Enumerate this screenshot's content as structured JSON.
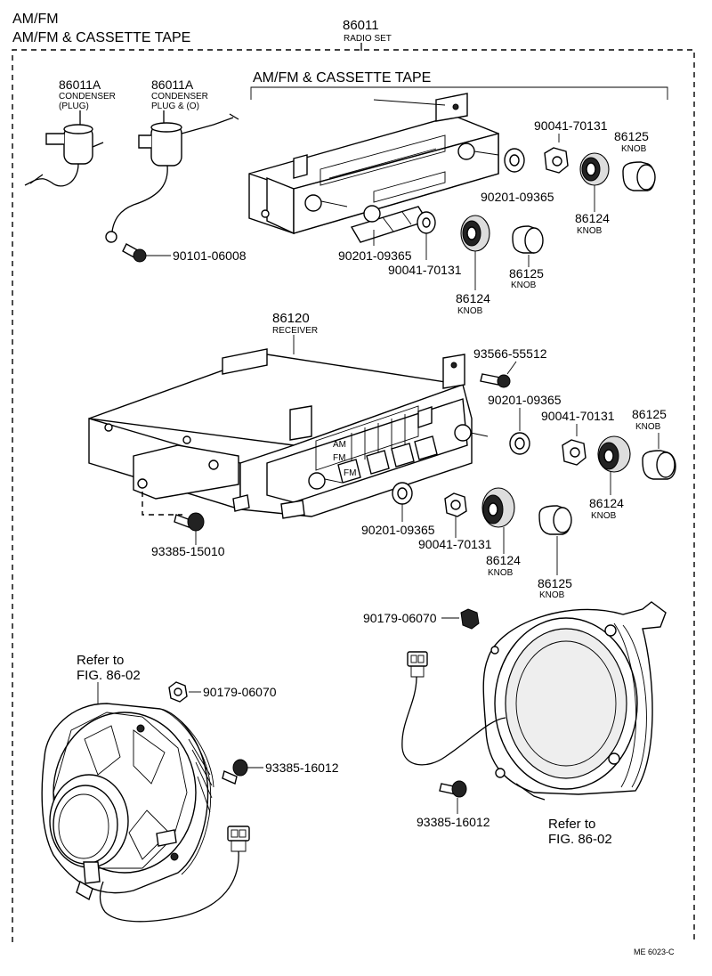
{
  "header": {
    "line1": "AM/FM",
    "line2": "AM/FM & CASSETTE TAPE",
    "set_number": "86011",
    "set_name": "RADIO SET"
  },
  "section": {
    "title": "AM/FM & CASSETTE TAPE"
  },
  "labels": {
    "condenser_plug_num": "86011A",
    "condenser_plug_name": "CONDENSER",
    "condenser_plug_sub": "(PLUG)",
    "condenser_o_num": "86011A",
    "condenser_o_name": "CONDENSER",
    "condenser_o_sub": "PLUG & (O)",
    "screw_top": "90101-06008",
    "nut_top_right": "90041-70131",
    "knob_cap_top_right_num": "86125",
    "knob_cap_top_right_name": "KNOB",
    "washer_top_right": "90201-09365",
    "knob_top_right_num": "86124",
    "knob_top_right_name": "KNOB",
    "washer_top_left": "90201-09365",
    "nut_top_left": "90041-70131",
    "knob_cap_top_left_num": "86125",
    "knob_cap_top_left_name": "KNOB",
    "knob_top_left_num": "86124",
    "knob_top_left_name": "KNOB",
    "receiver_num": "86120",
    "receiver_name": "RECEIVER",
    "screw_receiver": "93566-55512",
    "washer_mid_right": "90201-09365",
    "nut_mid_right": "90041-70131",
    "knob_cap_mid_right_num": "86125",
    "knob_cap_mid_right_name": "KNOB",
    "knob_mid_right_num": "86124",
    "knob_mid_right_name": "KNOB",
    "bolt_bracket": "93385-15010",
    "washer_mid_left": "90201-09365",
    "nut_mid_left": "90041-70131",
    "knob_mid_left_num": "86124",
    "knob_mid_left_name": "KNOB",
    "knob_cap_mid_left_num": "86125",
    "knob_cap_mid_left_name": "KNOB",
    "nut_speaker_cover": "90179-06070",
    "refer_left_1": "Refer to",
    "refer_left_2": "FIG. 86-02",
    "nut_speaker": "90179-06070",
    "bolt_speaker_left": "93385-16012",
    "bolt_speaker_right": "93385-16012",
    "refer_right_1": "Refer to",
    "refer_right_2": "FIG. 86-02",
    "dial_am": "AM",
    "dial_fm": "FM",
    "btn_fm": "FM",
    "footer_code": "ME 6023-C"
  }
}
